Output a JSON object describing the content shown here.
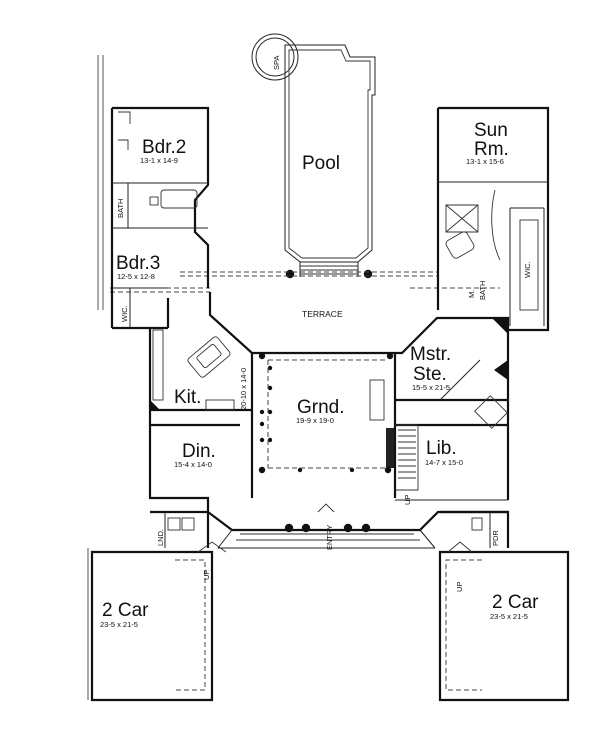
{
  "rooms": {
    "pool": {
      "name": "Pool"
    },
    "spa": {
      "name": "SPA"
    },
    "bedroom2": {
      "name": "Bdr.2",
      "size": "13-1 x 14-9"
    },
    "bedroom3": {
      "name": "Bdr.3",
      "size": "12-5 x 12-8"
    },
    "sunroom": {
      "name_line1": "Sun",
      "name_line2": "Rm.",
      "size": "13-1 x 15-6"
    },
    "terrace": {
      "name": "TERRACE"
    },
    "master_suite": {
      "name_line1": "Mstr.",
      "name_line2": "Ste.",
      "size": "15-5 x 21-5"
    },
    "kitchen": {
      "name": "Kit.",
      "size": "20-10 x 14-0"
    },
    "grand": {
      "name": "Grnd.",
      "size": "19-9 x 19-0"
    },
    "dining": {
      "name": "Din.",
      "size": "15-4 x 14-0"
    },
    "library": {
      "name": "Lib.",
      "size": "14-7 x 15-0"
    },
    "garage_left": {
      "name": "2 Car",
      "size": "23-5 x 21-5"
    },
    "garage_right": {
      "name": "2 Car",
      "size": "23-5 x 21-5"
    }
  },
  "labels": {
    "bath": "BATH",
    "wic": "WIC.",
    "m_bath_line1": "M.",
    "m_bath_line2": "BATH",
    "entry": "ENTRY",
    "up": "UP",
    "laundry": "LND.",
    "powder": "PDR"
  }
}
